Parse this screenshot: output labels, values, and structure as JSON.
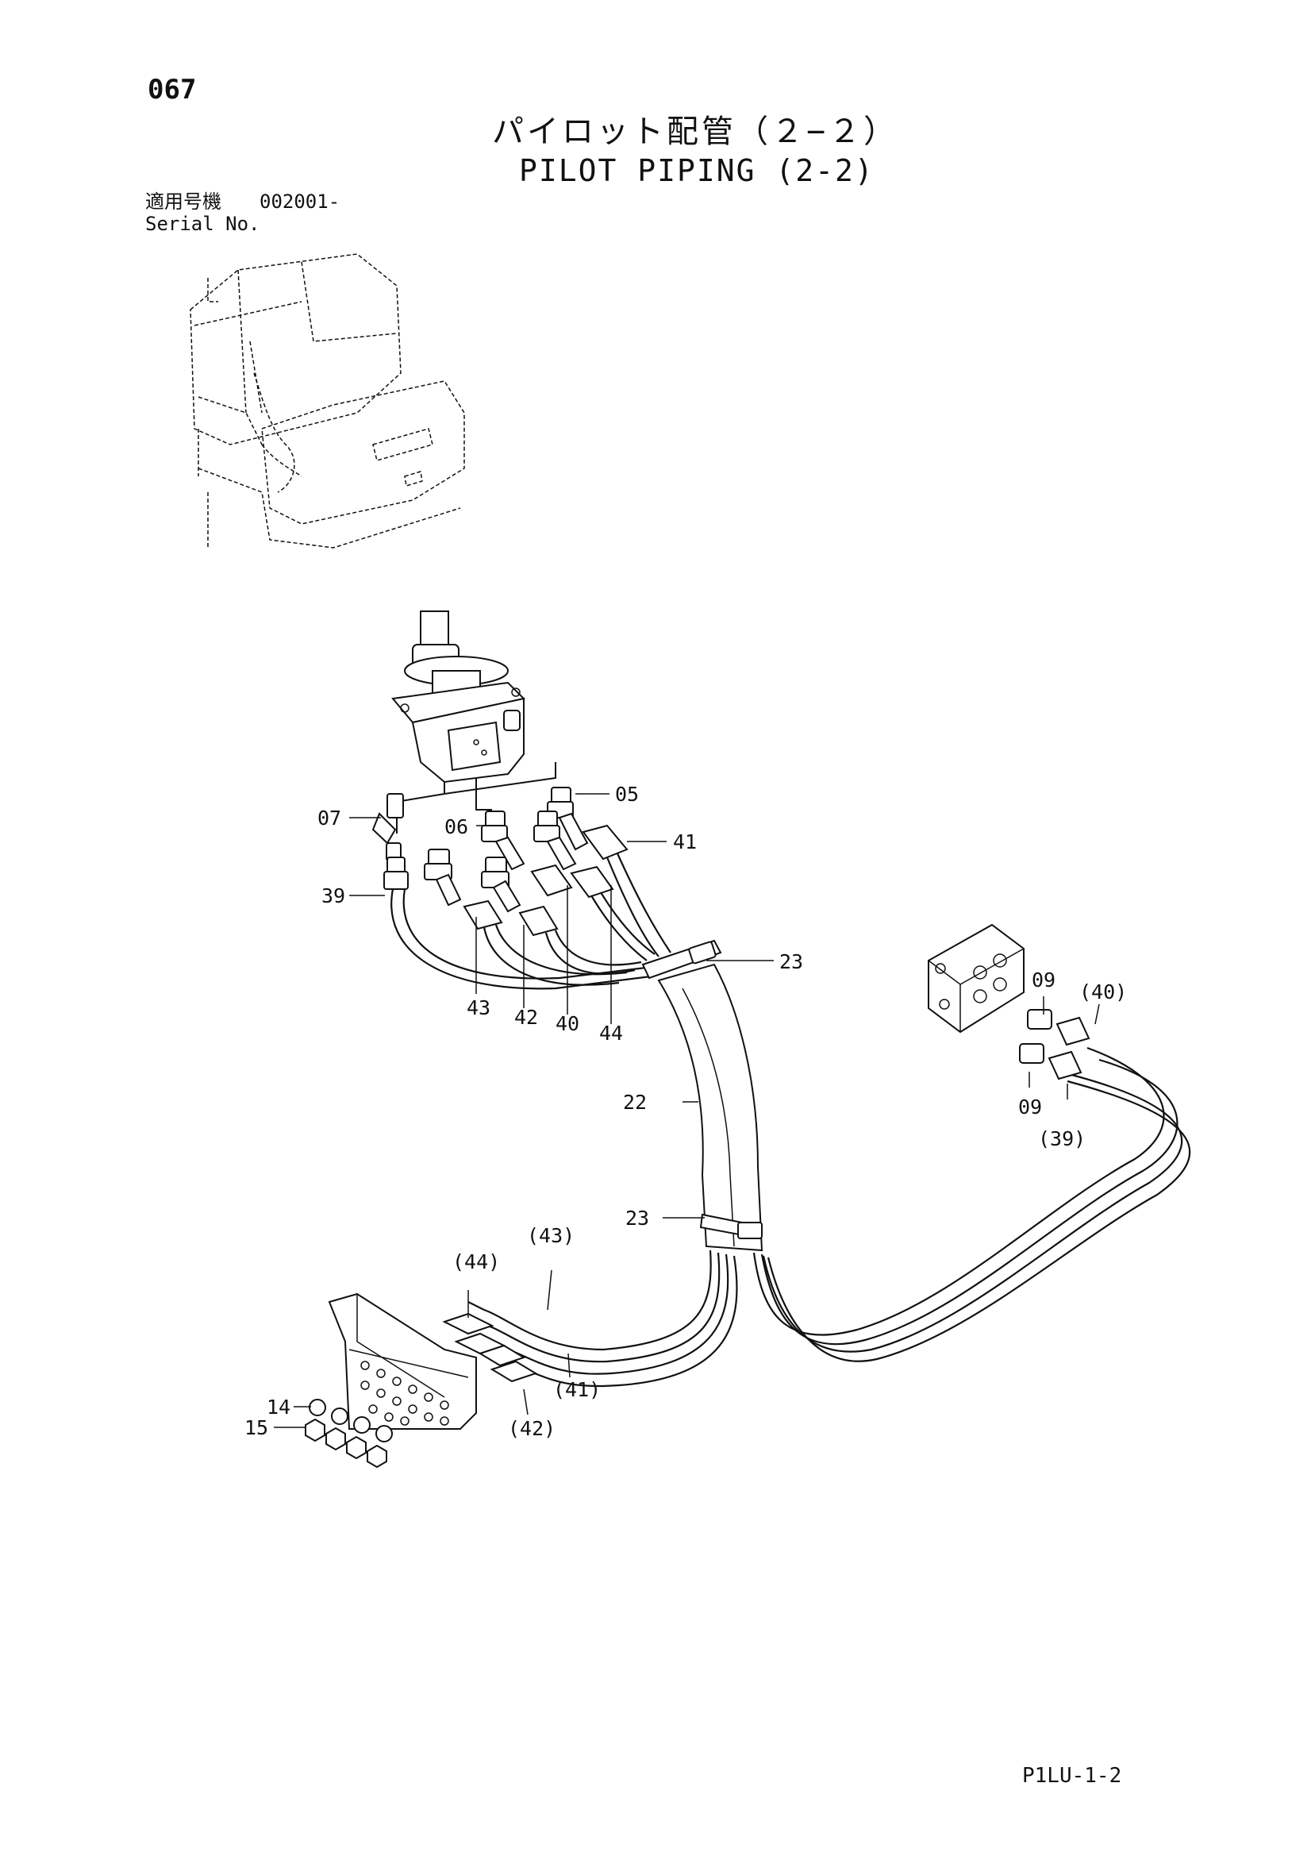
{
  "page": {
    "number": "067",
    "title_jp": "パイロット配管（２−２）",
    "title_en": "PILOT PIPING (2-2)",
    "serial_label_jp": "適用号機",
    "serial_value": "002001-",
    "serial_label_en": "Serial No.",
    "code": "P1LU-1-2"
  },
  "callouts": {
    "c05": "05",
    "c06": "06",
    "c07": "07",
    "c39": "39",
    "c41": "41",
    "c43": "43",
    "c42": "42",
    "c40": "40",
    "c44": "44",
    "c23a": "23",
    "c22": "22",
    "c23b": "23",
    "c09a": "09",
    "c40p": "(40)",
    "c09b": "09",
    "c39p": "(39)",
    "c43p": "(43)",
    "c44p": "(44)",
    "c41p": "(41)",
    "c42p": "(42)",
    "c14": "14",
    "c15": "15"
  }
}
